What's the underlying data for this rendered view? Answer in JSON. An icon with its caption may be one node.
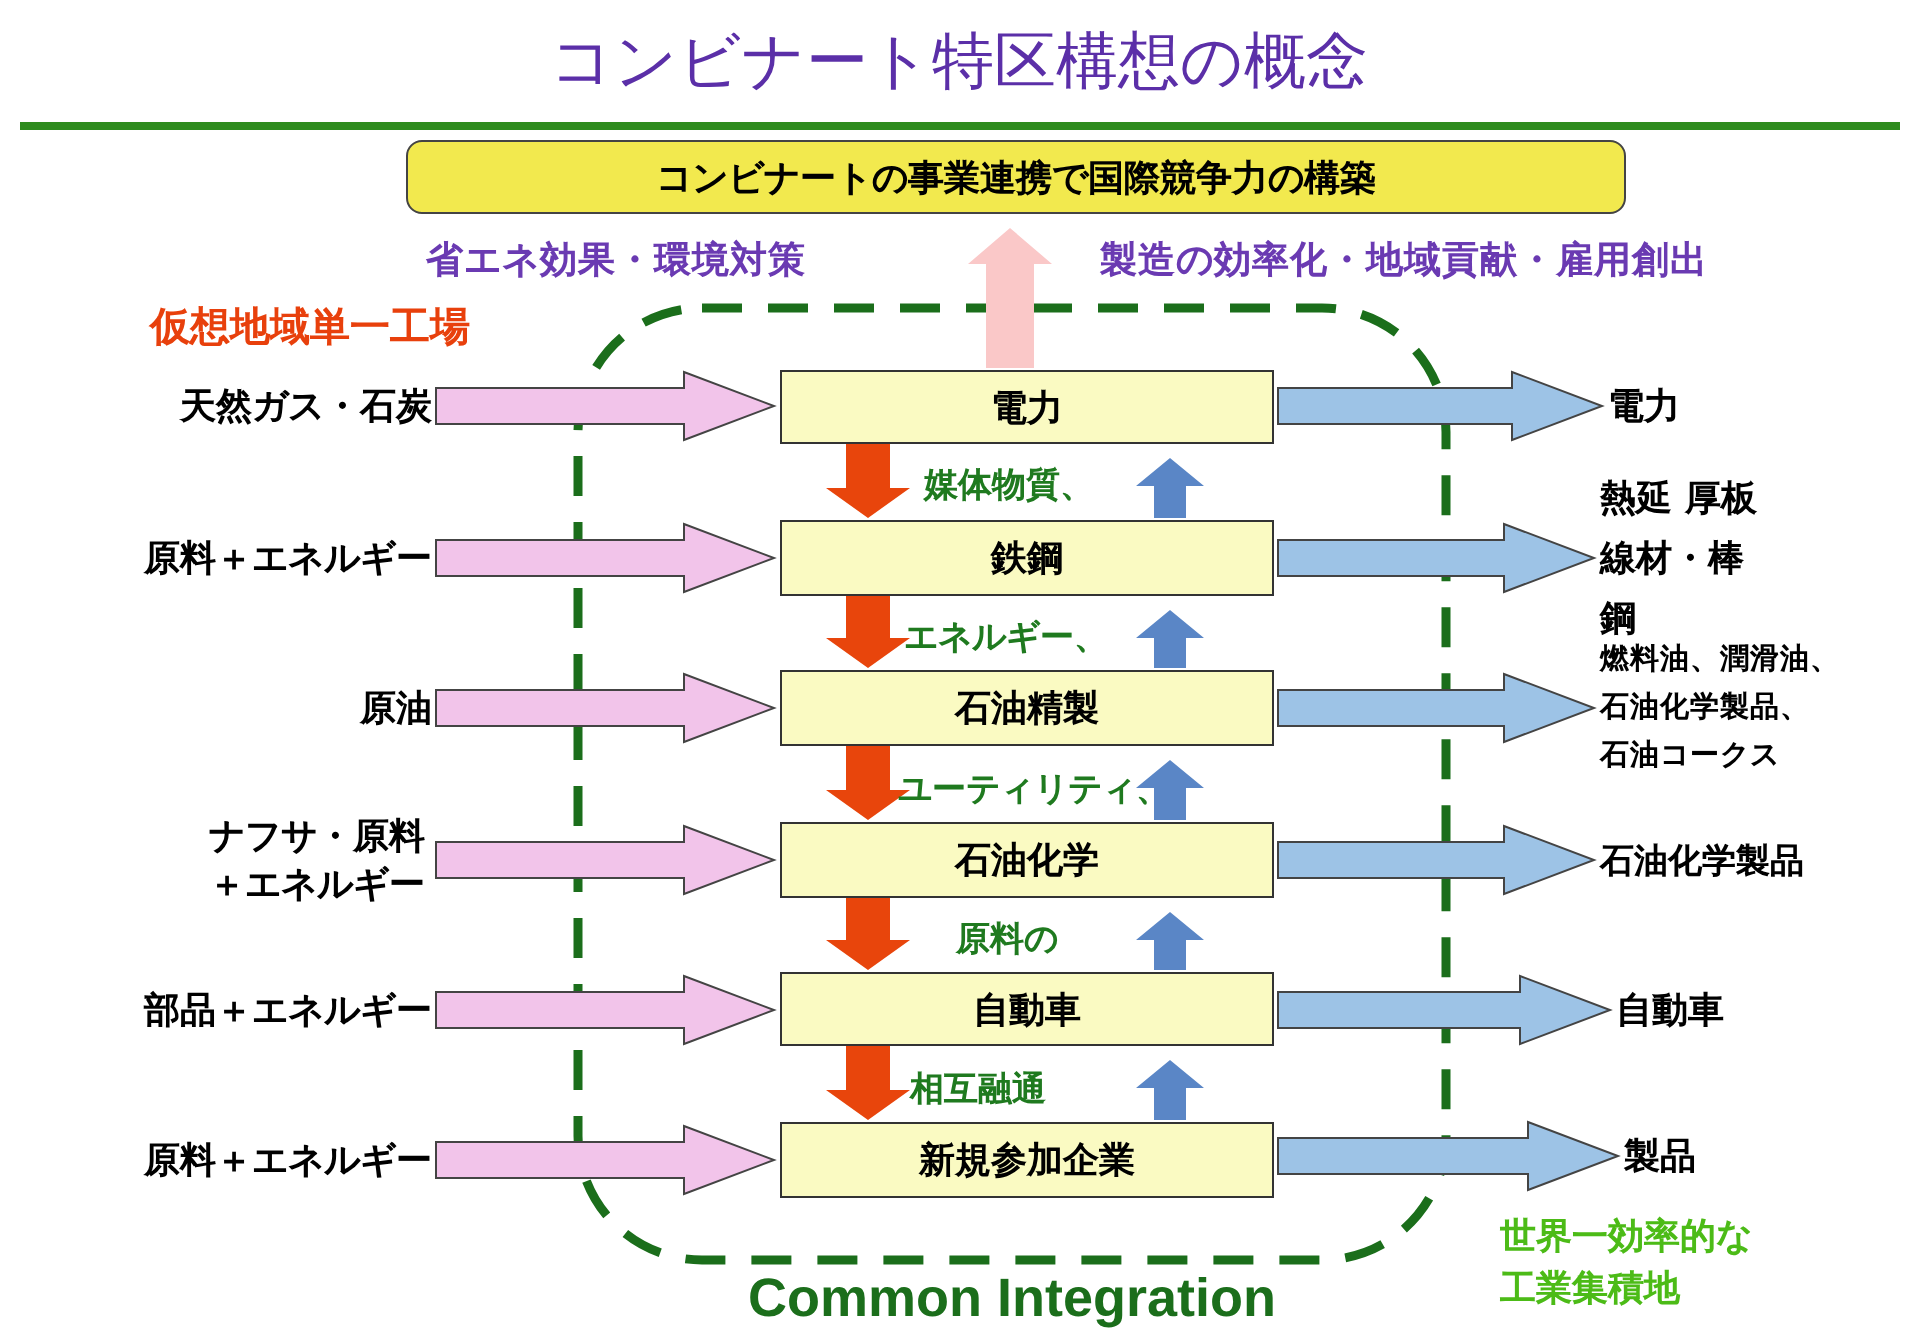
{
  "diagram": {
    "title": "コンビナート特区構想の概念",
    "nodes": [
      {
        "text": [
          "コンビナートの事業連携で国際競争力の構築"
        ]
      },
      {
        "text": [
          "Common Integration"
        ]
      },
      {
        "text": [
          "電力"
        ],
        "in": 1
      },
      {
        "text": [
          "鉄鋼"
        ],
        "in": 1
      },
      {
        "text": [
          "石油精製"
        ],
        "in": 1
      },
      {
        "text": [
          "石油化学"
        ],
        "in": 1
      },
      {
        "text": [
          "自動車"
        ],
        "in": 1
      },
      {
        "text": [
          "新規参加企業"
        ],
        "in": 1
      },
      {
        "text": [
          "天然ガス・石炭"
        ]
      },
      {
        "text": [
          "原料＋エネルギー"
        ]
      },
      {
        "text": [
          "原油"
        ]
      },
      {
        "text": [
          "ナフサ・原料＋エネルギー"
        ]
      },
      {
        "text": [
          "部品＋エネルギー"
        ]
      },
      {
        "text": [
          "原料＋エネルギー"
        ]
      },
      {
        "text": [
          "電力"
        ]
      },
      {
        "text": [
          "熱延 厚板線材・棒鋼"
        ]
      },
      {
        "text": [
          "燃料油、潤滑油、石油化学製品、石油コークス"
        ]
      },
      {
        "text": [
          "石油化学製品"
        ]
      },
      {
        "text": [
          "自動車"
        ]
      },
      {
        "text": [
          "製品"
        ]
      }
    ],
    "edges": [
      {
        "from": 8,
        "to": 2,
        "arrow": "to",
        "color": "#f2c4ea"
      },
      {
        "from": 9,
        "to": 3,
        "arrow": "to",
        "color": "#f2c4ea"
      },
      {
        "from": 10,
        "to": 4,
        "arrow": "to",
        "color": "#f2c4ea"
      },
      {
        "from": 11,
        "to": 5,
        "arrow": "to",
        "color": "#f2c4ea"
      },
      {
        "from": 12,
        "to": 6,
        "arrow": "to",
        "color": "#f2c4ea"
      },
      {
        "from": 13,
        "to": 7,
        "arrow": "to",
        "color": "#f2c4ea"
      },
      {
        "from": 2,
        "to": 14,
        "arrow": "to",
        "color": "#9dc3e6"
      },
      {
        "from": 3,
        "to": 15,
        "arrow": "to",
        "color": "#9dc3e6"
      },
      {
        "from": 4,
        "to": 16,
        "arrow": "to",
        "color": "#9dc3e6"
      },
      {
        "from": 5,
        "to": 17,
        "arrow": "to",
        "color": "#9dc3e6"
      },
      {
        "from": 6,
        "to": 18,
        "arrow": "to",
        "color": "#9dc3e6"
      },
      {
        "from": 7,
        "to": 19,
        "arrow": "to",
        "color": "#9dc3e6"
      },
      {
        "from": 2,
        "to": 3,
        "arrow": "to",
        "color": "#e8450c"
      },
      {
        "from": 3,
        "to": 4,
        "arrow": "to",
        "color": "#e8450c"
      },
      {
        "from": 4,
        "to": 5,
        "arrow": "to",
        "color": "#e8450c"
      },
      {
        "from": 5,
        "to": 6,
        "arrow": "to",
        "color": "#e8450c"
      },
      {
        "from": 6,
        "to": 7,
        "arrow": "to",
        "color": "#e8450c"
      },
      {
        "from": 3,
        "to": 2,
        "arrow": "to",
        "color": "#5a86c6"
      },
      {
        "from": 4,
        "to": 3,
        "arrow": "to",
        "color": "#5a86c6"
      },
      {
        "from": 5,
        "to": 4,
        "arrow": "to",
        "color": "#5a86c6"
      },
      {
        "from": 6,
        "to": 5,
        "arrow": "to",
        "color": "#5a86c6"
      },
      {
        "from": 7,
        "to": 6,
        "arrow": "to",
        "color": "#5a86c6"
      },
      {
        "from": 2,
        "to": 0,
        "arrow": "to",
        "color": "#fac8c8"
      }
    ],
    "labels": [
      "仮想地域単一工場",
      "省エネ効果・環境対策",
      "製造の効率化・地域貢献・雇用創出",
      "媒体物質、",
      "エネルギー、",
      "ユーティリティ、",
      "原料の",
      "相互融通",
      "世界一効率的な工業集積地"
    ]
  }
}
